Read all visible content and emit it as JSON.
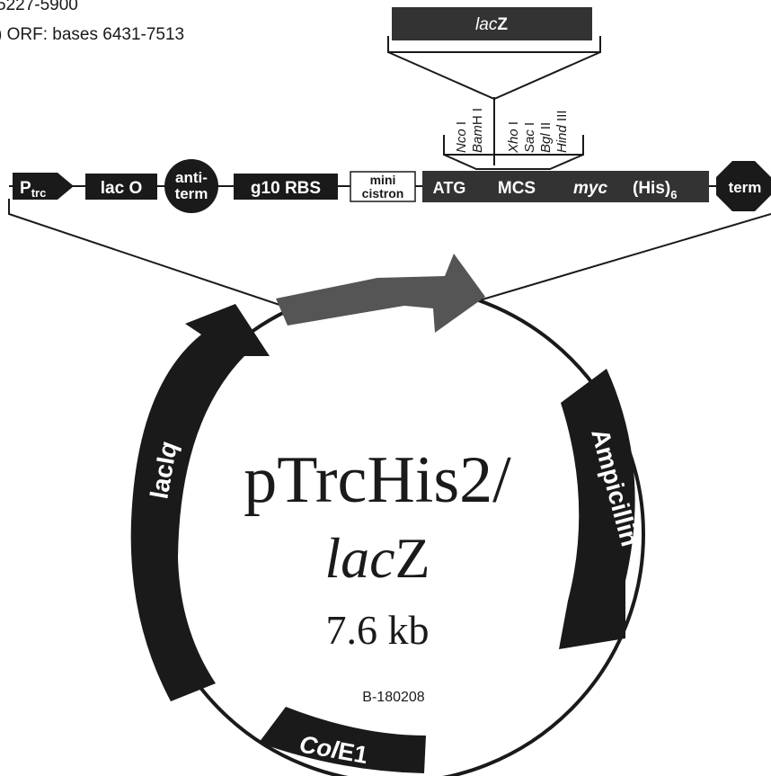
{
  "header_notes": {
    "line1": "5227-5900",
    "line2": ") ORF:  bases 6431-7513"
  },
  "insert": {
    "label_italic": "lac",
    "label_bold": "Z"
  },
  "restriction_sites": [
    {
      "italic": "Nco",
      "rest": " I"
    },
    {
      "italic": "Bam",
      "rest": "H I"
    },
    {
      "italic": "Xho",
      "rest": " I"
    },
    {
      "italic": "Sac",
      "rest": " I"
    },
    {
      "italic": "Bgl",
      "rest": " II"
    },
    {
      "italic": "Hind",
      "rest": " III"
    }
  ],
  "features": {
    "ptrc_main": "P",
    "ptrc_sub": "trc",
    "lac_o": "lac O",
    "antiterm_1": "anti-",
    "antiterm_2": "term",
    "g10_rbs": "g10 RBS",
    "mini_1": "mini",
    "mini_2": "cistron",
    "atg": "ATG",
    "mcs": "MCS",
    "myc": "myc",
    "his_main": "(His)",
    "his_sub": "6",
    "term": "term"
  },
  "plasmid": {
    "name": "pTrcHis2/",
    "insert_italic": "lac",
    "insert_plain": "Z",
    "size": "7.6 kb",
    "catalog": "B-180208"
  },
  "genes": {
    "laciq_plain": "lacI",
    "laciq_italic": "q",
    "ampicillin": "Ampicillin",
    "cole1_italic": "Col",
    "cole1_plain": "E1"
  },
  "colors": {
    "dark": "#1a1a1a",
    "feature_gray": "#333333",
    "insert_gray": "#555555",
    "white": "#ffffff"
  }
}
